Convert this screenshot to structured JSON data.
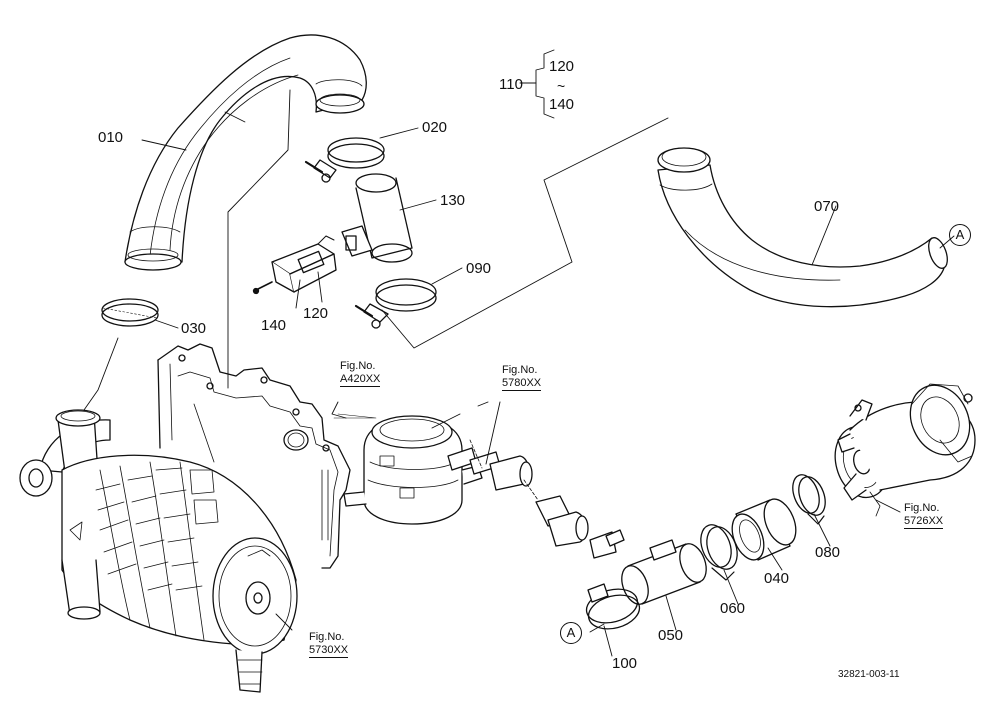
{
  "parts": {
    "p010": "010",
    "p020": "020",
    "p030": "030",
    "p040": "040",
    "p050": "050",
    "p060": "060",
    "p070": "070",
    "p080": "080",
    "p090": "090",
    "p100": "100",
    "p110": "110",
    "p120a": "120",
    "p120": "120",
    "p130": "130",
    "p140a": "140",
    "p140": "140"
  },
  "range_tilde": "~",
  "fig_refs": {
    "label": "Fig.No.",
    "a420": "A420XX",
    "f5780": "5780XX",
    "f5726": "5726XX",
    "f5730": "5730XX"
  },
  "connector": "A",
  "drawing_code": "32821-003-11"
}
